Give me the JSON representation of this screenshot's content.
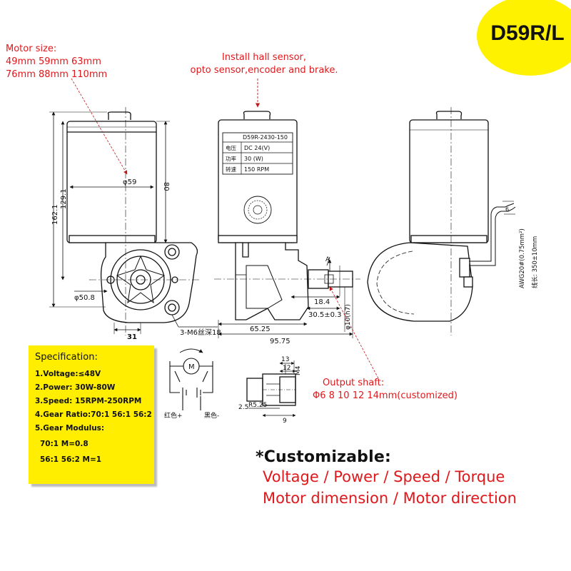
{
  "badge": {
    "model": "D59R/L",
    "color": "#fff200"
  },
  "callouts": {
    "motor_size": {
      "label": "Motor size:",
      "line1": "49mm 59mm 63mm",
      "line2": "76mm 88mm 110mm"
    },
    "install": {
      "line1": "Install hall sensor,",
      "line2": "opto sensor,encoder and brake."
    },
    "output_shaft": {
      "label": "Output shaft:",
      "sizes": "Φ6 8 10 12 14mm(customized)"
    }
  },
  "nameplate": {
    "model": "D59R-2430-150",
    "rows": [
      {
        "key": "电压",
        "value": "DC 24(V)"
      },
      {
        "key": "功率",
        "value": "30 (W)"
      },
      {
        "key": "转速",
        "value": "150 RPM"
      }
    ]
  },
  "dimensions": {
    "front": {
      "diameter": "φ59",
      "height_motor": "80",
      "height_mid": "129.1",
      "height_total": "162.1",
      "gear_dia": "φ50.8",
      "width": "31",
      "screw": "3-M6丝深18"
    },
    "side": {
      "d1": "18.4",
      "d2": "30.5±0.3",
      "d3": "65.25",
      "d4": "95.75",
      "shaft": "φ10(h7)",
      "section": "A"
    },
    "rear": {
      "wire": "AWG20#(0.75mm²)",
      "length": "线长: 350±10mm",
      "w": "6"
    },
    "shaft_detail": {
      "a": "13",
      "b": "12",
      "c": "M4",
      "d": "2.5",
      "e": "R5.25",
      "f": "9"
    },
    "wiring": {
      "motor": "M",
      "red": "红色+",
      "black": "黑色-"
    }
  },
  "spec": {
    "title": "Specification:",
    "items": [
      "1.Voltage:≤48V",
      "2.Power:  30W-80W",
      "3.Speed: 15RPM-250RPM",
      "4.Gear Ratio:70:1 56:1 56:2",
      "5.Gear Modulus:",
      "70:1  M=0.8",
      "56:1  56:2   M=1"
    ],
    "bg_color": "#ffee00"
  },
  "customizable": {
    "title": "*Customizable:",
    "line1": "Voltage / Power / Speed / Torque",
    "line2": "Motor dimension / Motor direction",
    "color": "#e0181b"
  }
}
